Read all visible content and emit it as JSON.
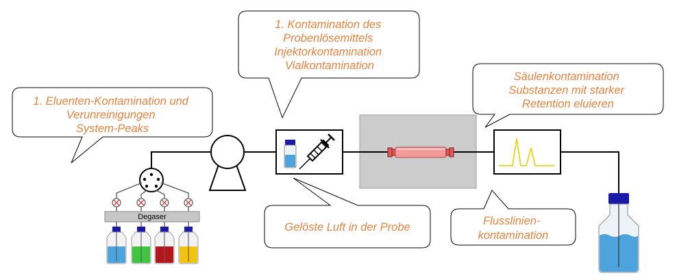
{
  "colors": {
    "callout_text": "#e8823c",
    "line": "#000000",
    "column_box": "#cccccc",
    "column_tube": "#f59a9a",
    "column_fitting": "#e45858",
    "vial_cap": "#1a1aa8",
    "detector_trace": "#e8d21a",
    "bottle_liquids": [
      "#4da3dc",
      "#3fc53f",
      "#b3171b",
      "#f1c40f"
    ],
    "waste_liquid": "#4da3dc"
  },
  "callouts": {
    "eluent": {
      "lines": [
        "1. Eluenten-Kontamination und",
        "Verunreinigungen",
        "System-Peaks"
      ]
    },
    "sample": {
      "lines": [
        "1. Kontamination des",
        "Probenlösemittels",
        "Injektorkontamination",
        "Vialkontamination"
      ]
    },
    "column": {
      "lines": [
        "Säulenkontamination",
        "Substanzen mit starker",
        "Retention eluieren"
      ]
    },
    "air": {
      "lines": [
        "Gelöste Luft in der Probe"
      ]
    },
    "flowline": {
      "lines": [
        "Flusslinien-",
        "kontamination"
      ]
    }
  },
  "degaser": {
    "label": "Degaser"
  },
  "icons": {
    "pump": "pump-icon",
    "injector": "injector-icon",
    "syringe": "syringe-icon",
    "column": "column-icon",
    "detector": "detector-icon",
    "mixing_valve": "mixing-valve-icon",
    "waste_bottle": "waste-bottle-icon"
  }
}
